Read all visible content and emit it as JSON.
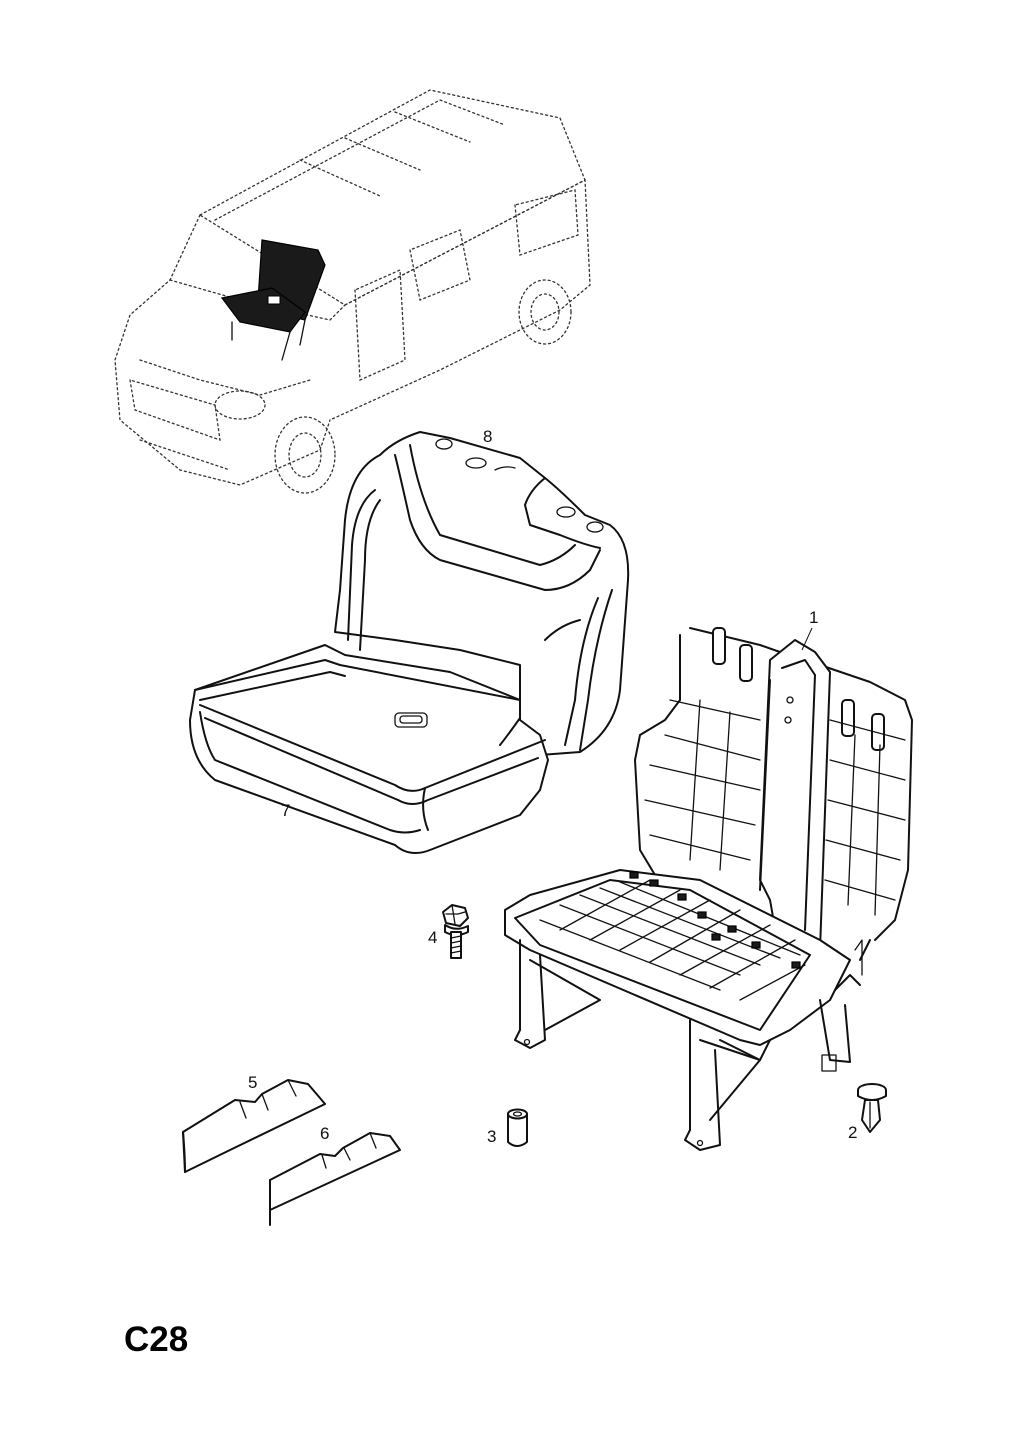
{
  "page": {
    "code": "C28"
  },
  "callouts": [
    {
      "id": "1",
      "label": "1"
    },
    {
      "id": "2",
      "label": "2"
    },
    {
      "id": "3",
      "label": "3"
    },
    {
      "id": "4",
      "label": "4"
    },
    {
      "id": "5",
      "label": "5"
    },
    {
      "id": "6",
      "label": "6"
    },
    {
      "id": "7",
      "label": "7"
    },
    {
      "id": "8",
      "label": "8"
    }
  ]
}
